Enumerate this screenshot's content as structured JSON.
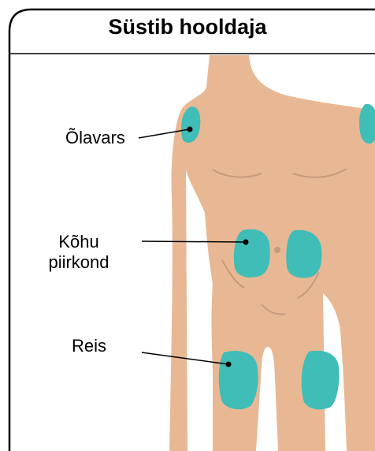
{
  "title": "Süstib hooldaja",
  "labels": {
    "upper_arm": "Õlavars",
    "abdomen_line1": "Kõhu",
    "abdomen_line2": "piirkond",
    "thigh": "Reis"
  },
  "colors": {
    "skin": "#e8b894",
    "skin_shadow": "#c69a7c",
    "injection_site": "#3fbdb6",
    "frame": "#000000"
  }
}
